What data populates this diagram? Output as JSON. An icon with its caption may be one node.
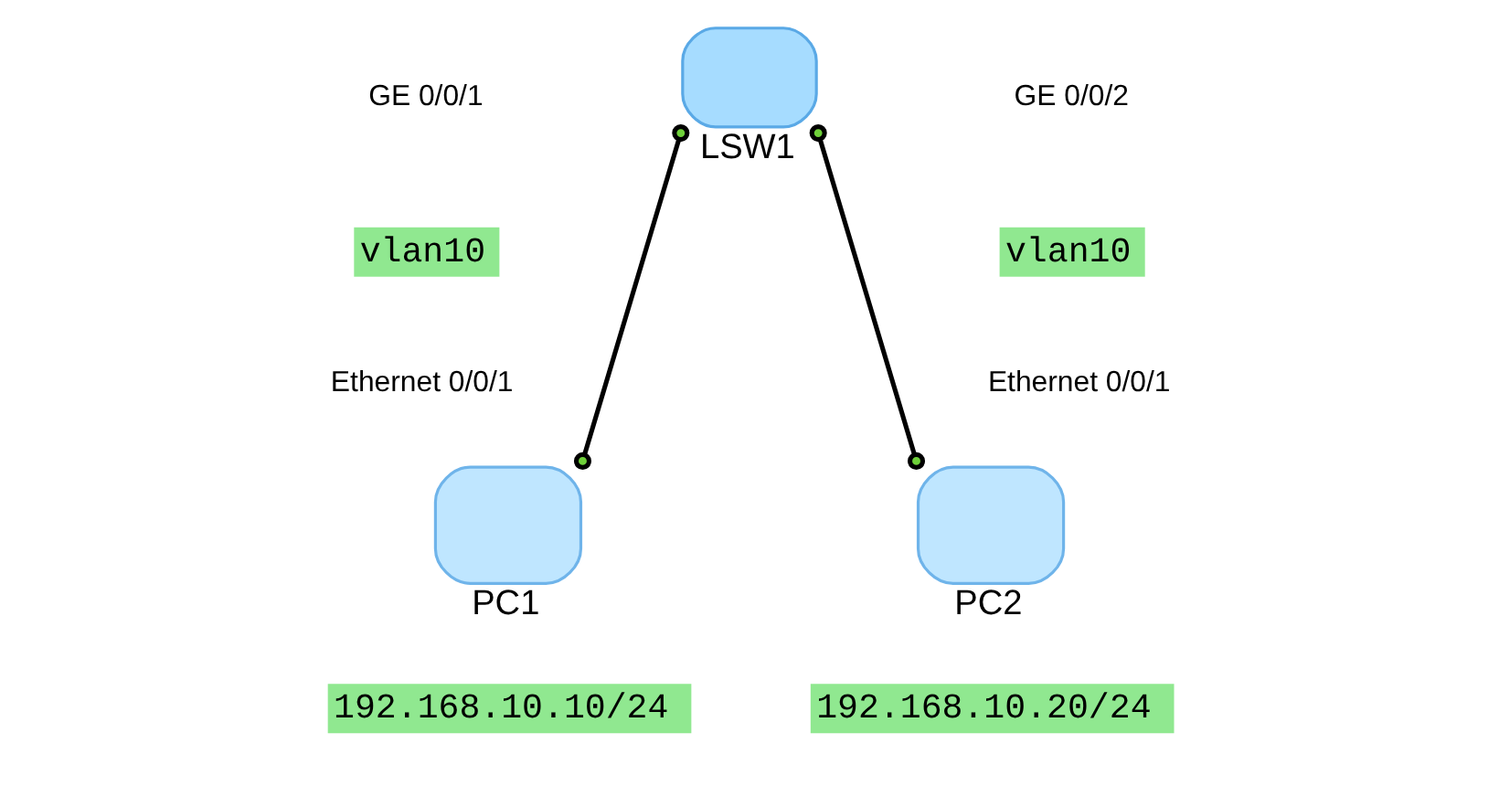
{
  "diagram": {
    "nodes": [
      {
        "text": [
          "LSW1"
        ]
      },
      {
        "text": [
          "PC1"
        ],
        "beside": [
          "192.168.10.10/24"
        ]
      },
      {
        "text": [
          "PC2"
        ],
        "beside": [
          "192.168.10.20/24"
        ]
      }
    ],
    "edges": [
      {
        "from": 0,
        "to": 1,
        "arrow": "other"
      },
      {
        "from": 0,
        "to": 2,
        "arrow": "other"
      }
    ],
    "labels": [
      "GE 0/0/1",
      "GE 0/0/2",
      "vlan10",
      "vlan10",
      "Ethernet 0/0/1",
      "Ethernet 0/0/1"
    ]
  }
}
